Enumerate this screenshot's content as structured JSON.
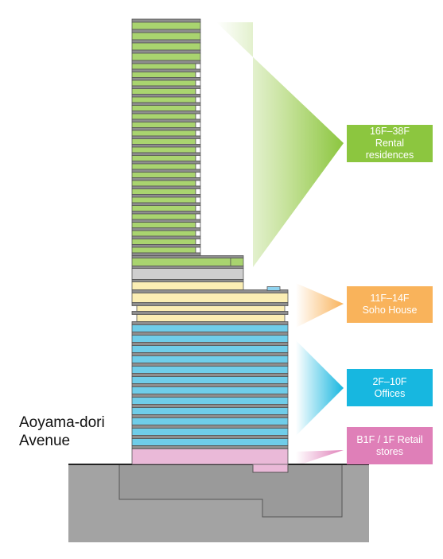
{
  "street": {
    "line1": "Aoyama-dori",
    "line2": "Avenue"
  },
  "zones": [
    {
      "id": "residences",
      "floors": "16F–38F",
      "line2": "Rental",
      "line3": "residences",
      "color": "#8cc63f",
      "floor_fill": "#a9d46f"
    },
    {
      "id": "soho",
      "floors": "11F–14F",
      "line2": "Soho House",
      "line3": "",
      "color": "#f9b35b",
      "floor_fill": "#fbeeb4"
    },
    {
      "id": "offices",
      "floors": "2F–10F",
      "line2": "Offices",
      "line3": "",
      "color": "#17b7e0",
      "floor_fill": "#6fcde9"
    },
    {
      "id": "retail",
      "floors": "B1F / 1F Retail",
      "line2": "stores",
      "line3": "",
      "color": "#df7fb8",
      "floor_fill": "#eab9d8"
    }
  ],
  "colors": {
    "ground": "#9a9a9a",
    "ground_light": "#bdbdbd",
    "slab": "#8a8a8a",
    "gray_floor": "#cfcfcf"
  }
}
